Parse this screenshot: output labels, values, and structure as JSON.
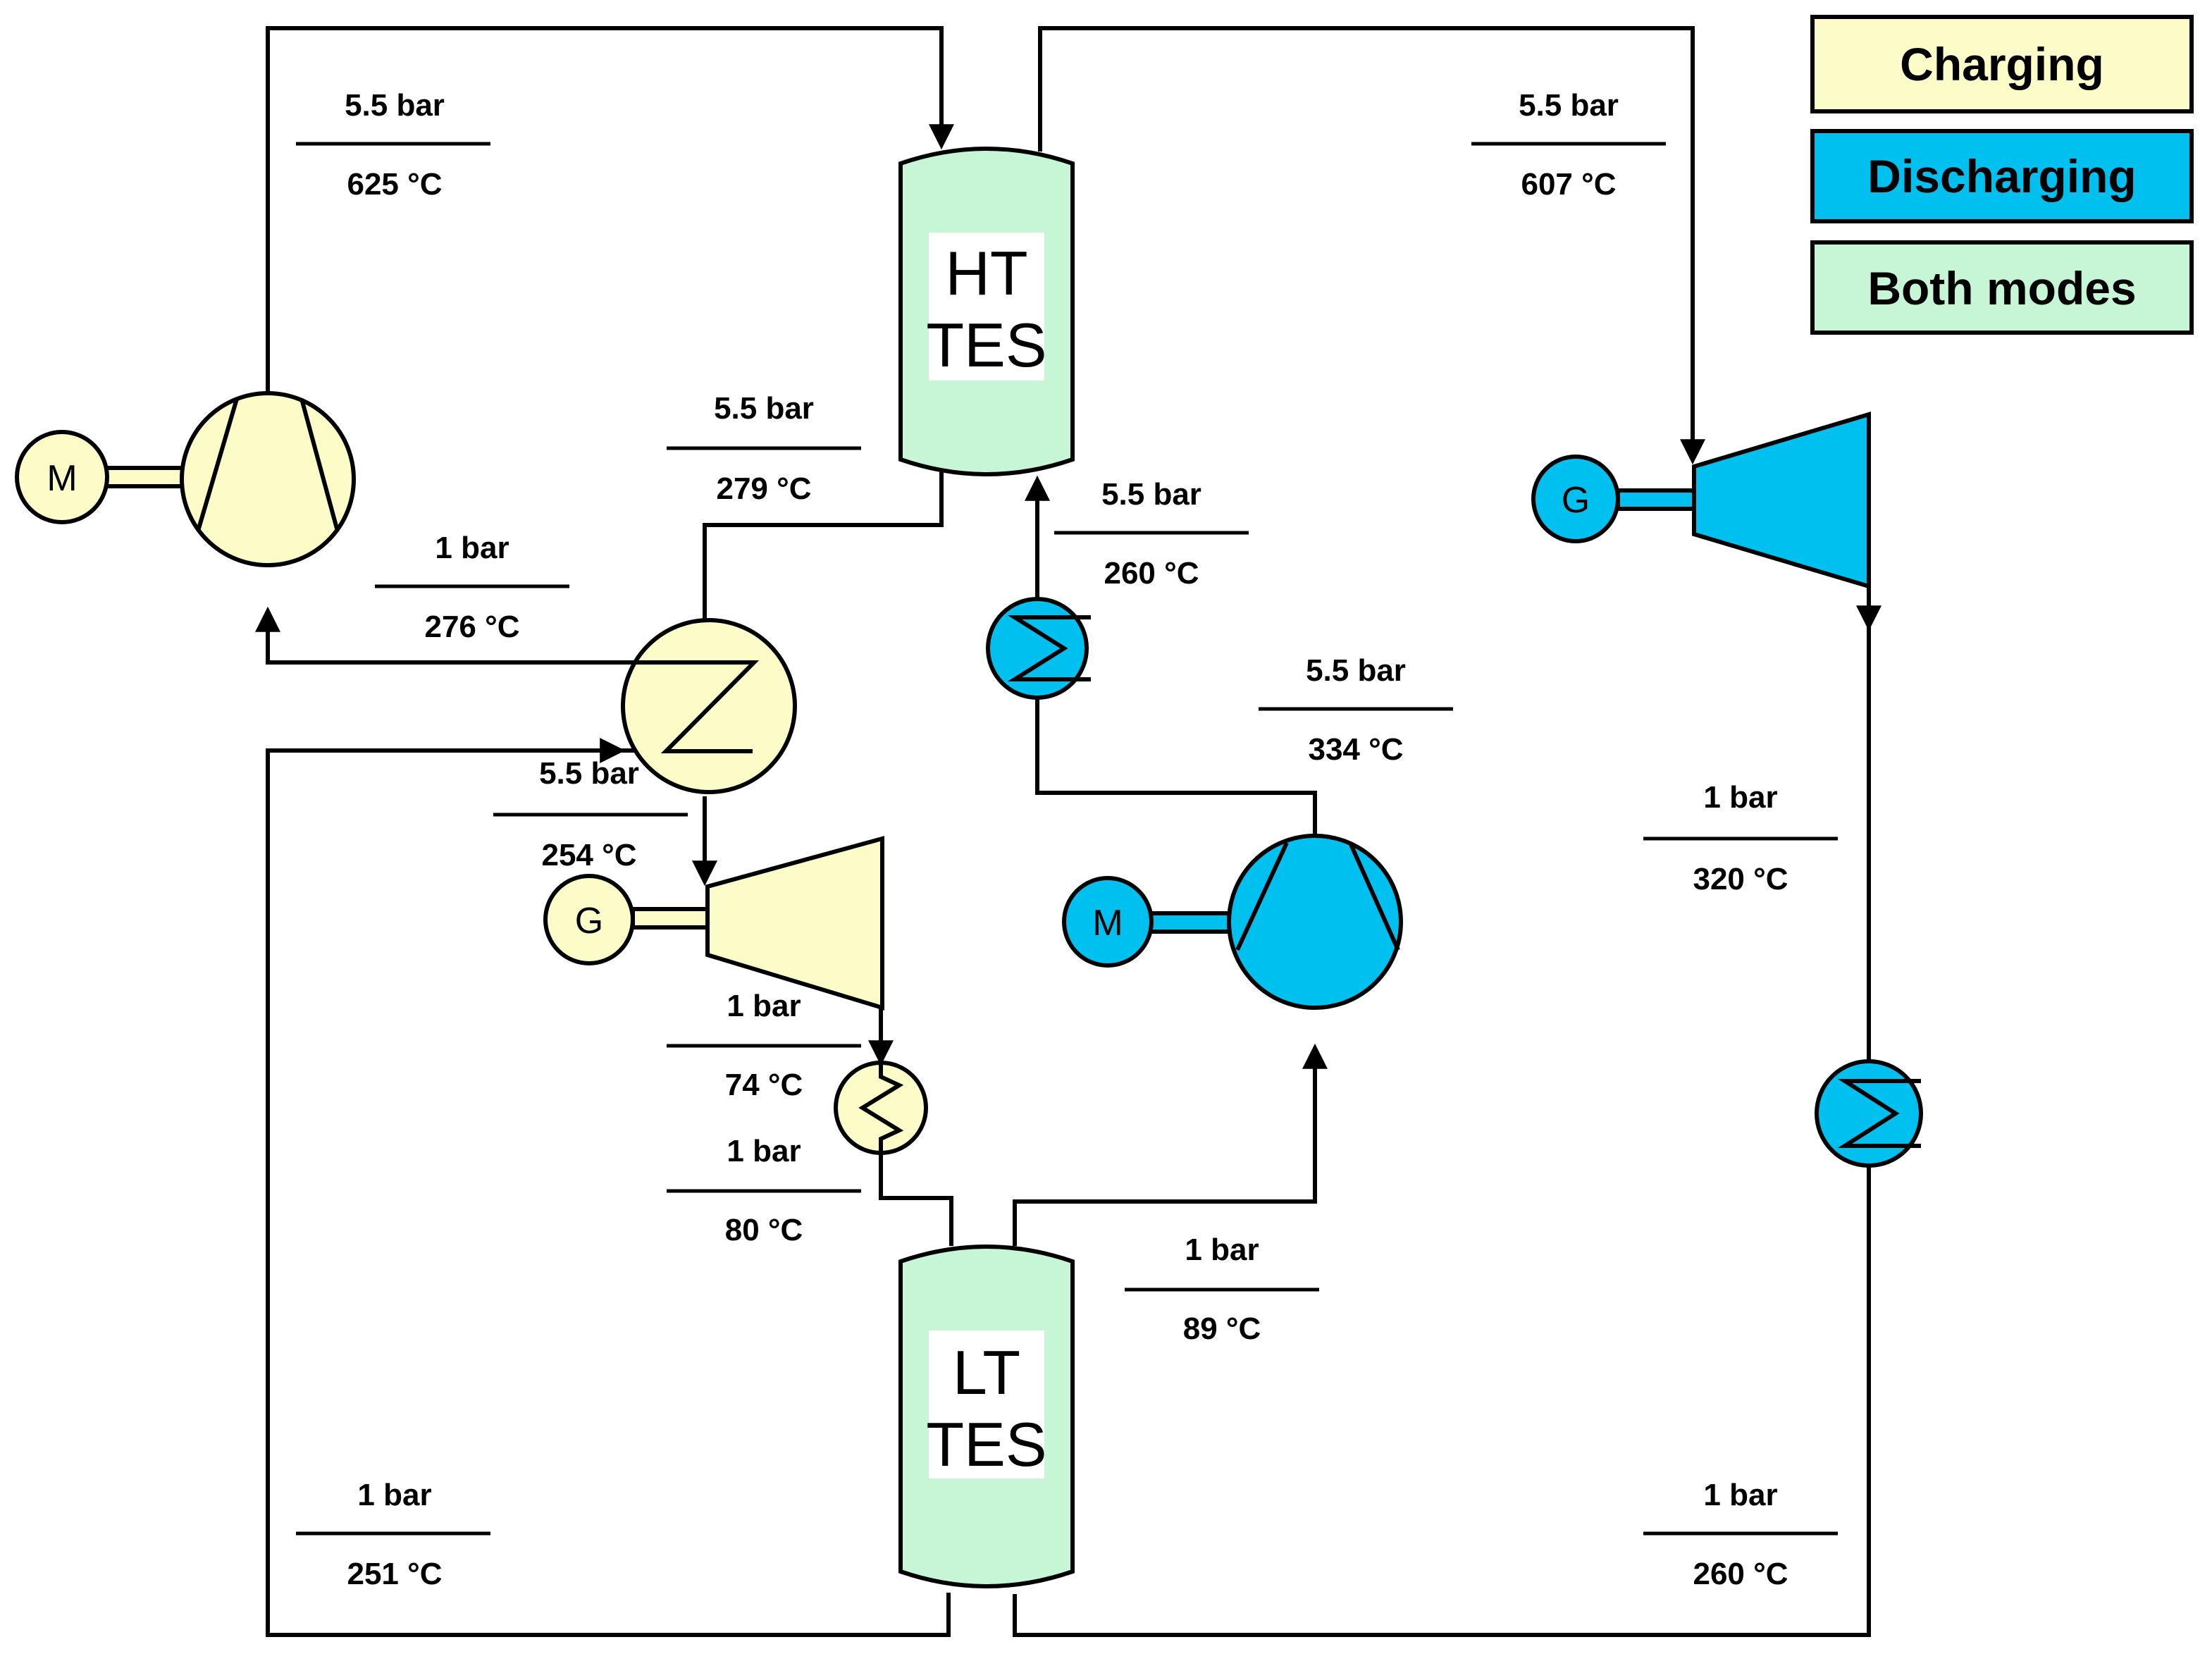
{
  "colors": {
    "charging": "#fcfcc8",
    "discharging": "#00c0f0",
    "both": "#c6f6d6",
    "line": "#000000"
  },
  "legend": {
    "charging": "Charging",
    "discharging": "Discharging",
    "both": "Both modes"
  },
  "tanks": {
    "ht": {
      "line1": "HT",
      "line2": "TES"
    },
    "lt": {
      "line1": "LT",
      "line2": "TES"
    }
  },
  "units": {
    "motor": "M",
    "generator": "G"
  },
  "states": {
    "s1": {
      "pressure": "5.5 bar",
      "temperature": "625 °C"
    },
    "s2": {
      "pressure": "5.5 bar",
      "temperature": "607 °C"
    },
    "s3": {
      "pressure": "5.5 bar",
      "temperature": "279 °C"
    },
    "s4": {
      "pressure": "5.5 bar",
      "temperature": "260 °C"
    },
    "s5": {
      "pressure": "1 bar",
      "temperature": "276 °C"
    },
    "s6": {
      "pressure": "5.5 bar",
      "temperature": "334 °C"
    },
    "s7": {
      "pressure": "5.5 bar",
      "temperature": "254 °C"
    },
    "s8": {
      "pressure": "1 bar",
      "temperature": "320 °C"
    },
    "s9": {
      "pressure": "1 bar",
      "temperature": "74 °C"
    },
    "s10": {
      "pressure": "1 bar",
      "temperature": "80 °C"
    },
    "s11": {
      "pressure": "1 bar",
      "temperature": "89 °C"
    },
    "s12": {
      "pressure": "1 bar",
      "temperature": "251 °C"
    },
    "s13": {
      "pressure": "1 bar",
      "temperature": "260 °C"
    }
  }
}
